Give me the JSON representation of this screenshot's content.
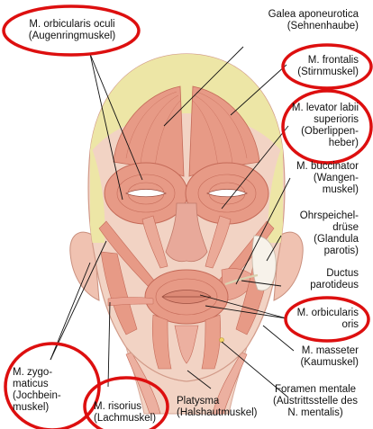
{
  "labels": {
    "orbicularis_oculi": [
      "M. orbicularis oculi",
      "(Augenringmuskel)"
    ],
    "galea": [
      "Galea aponeurotica",
      "(Sehnenhaube)"
    ],
    "frontalis": [
      "M. frontalis",
      "(Stirnmuskel)"
    ],
    "levator": [
      "M. levator labii",
      "superioris",
      "(Oberlippen-",
      "heber)"
    ],
    "buccinator": [
      "M. buccinator",
      "(Wangen-",
      "muskel)"
    ],
    "parotis": [
      "Ohrspeichel-",
      "drüse",
      "(Glandula",
      "parotis)"
    ],
    "ductus": [
      "Ductus",
      "parotideus"
    ],
    "orbicularis_oris": [
      "M. orbicularis",
      "oris"
    ],
    "masseter": [
      "M. masseter",
      "(Kaumuskel)"
    ],
    "zygomaticus": [
      "M. zygo-",
      "maticus",
      "(Jochbein-",
      "muskel)"
    ],
    "risorius": [
      "M. risorius",
      "(Lachmuskel)"
    ],
    "platysma": [
      "Platysma",
      "(Halshautmuskel)"
    ],
    "foramen": [
      "Foramen mentale",
      "(Austrittsstelle des",
      "N. mentalis)"
    ]
  },
  "colors": {
    "muscle": "#e79a86",
    "muscle_light": "#f0b9a8",
    "muscle_line": "#c46a58",
    "aponeurosis": "#ede6a6",
    "skin": "#f2d3c4",
    "highlight_ring": "#dd0f0f",
    "leader": "#111111"
  }
}
